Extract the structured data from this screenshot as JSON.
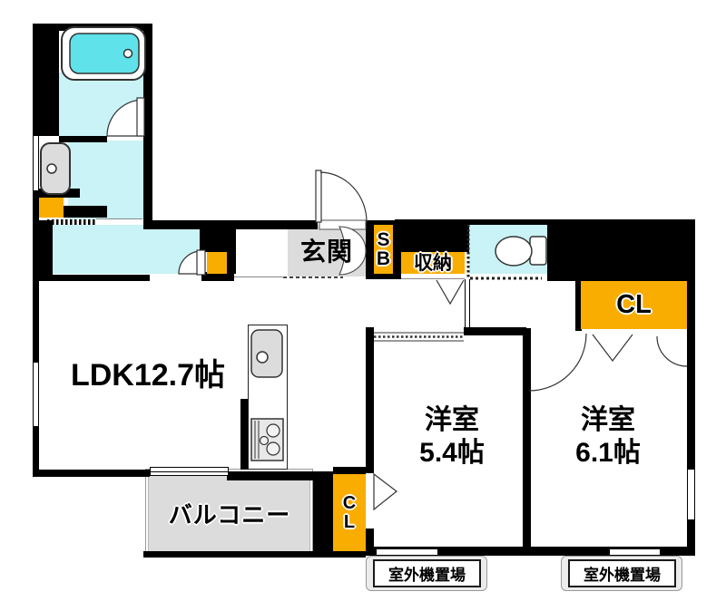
{
  "plan": {
    "rooms": {
      "ldk": {
        "label": "LDK12.7帖"
      },
      "west_room_1": {
        "name": "洋室",
        "size": "5.4帖"
      },
      "west_room_2": {
        "name": "洋室",
        "size": "6.1帖"
      },
      "entrance": {
        "label": "玄関"
      },
      "shoe_box": {
        "label": "SB"
      },
      "hall_storage": {
        "label": "収納"
      },
      "closet_main": {
        "label": "CL"
      },
      "closet_small": {
        "label": "CL"
      },
      "balcony": {
        "label": "バルコニー"
      },
      "outdoor_unit_left": {
        "label": "室外機置場"
      },
      "outdoor_unit_right": {
        "label": "室外機置場"
      }
    },
    "colors": {
      "wall": "#000000",
      "wet_area_floor": "#c9f3f6",
      "bathtub": "#5fe2ea",
      "storage_orange": "#f9ad00",
      "entrance_gray": "#dcdcdc",
      "balcony_gray": "#dcdcdc"
    }
  }
}
